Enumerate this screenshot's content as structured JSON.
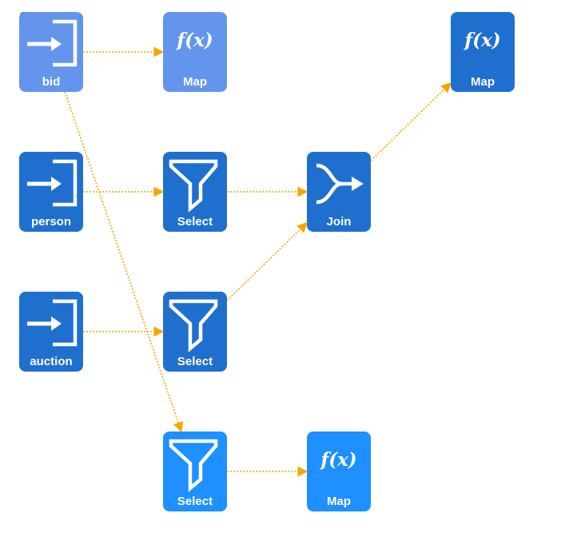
{
  "colors": {
    "light": "#6495ed",
    "dark": "#1f6fcf",
    "bright": "#1e90ff",
    "edge": "#f5a600",
    "icon": "#ffffff"
  },
  "nodes": [
    {
      "id": "n-bid",
      "kind": "source",
      "label": "bid",
      "shade": "light"
    },
    {
      "id": "n-map1",
      "kind": "map",
      "label": "Map",
      "glyph": "f(x)",
      "shade": "light"
    },
    {
      "id": "n-map2",
      "kind": "map",
      "label": "Map",
      "glyph": "f(x)",
      "shade": "dark"
    },
    {
      "id": "n-person",
      "kind": "source",
      "label": "person",
      "shade": "dark"
    },
    {
      "id": "n-select1",
      "kind": "select",
      "label": "Select",
      "shade": "dark"
    },
    {
      "id": "n-join",
      "kind": "join",
      "label": "Join",
      "shade": "dark"
    },
    {
      "id": "n-auction",
      "kind": "source",
      "label": "auction",
      "shade": "dark"
    },
    {
      "id": "n-select2",
      "kind": "select",
      "label": "Select",
      "shade": "dark"
    },
    {
      "id": "n-select3",
      "kind": "select",
      "label": "Select",
      "shade": "bright"
    },
    {
      "id": "n-map3",
      "kind": "map",
      "label": "Map",
      "glyph": "f(x)",
      "shade": "bright"
    }
  ],
  "edges": [
    {
      "from": "n-bid",
      "to": "n-map1"
    },
    {
      "from": "n-bid",
      "to": "n-select3"
    },
    {
      "from": "n-person",
      "to": "n-select1"
    },
    {
      "from": "n-select1",
      "to": "n-join"
    },
    {
      "from": "n-auction",
      "to": "n-select2"
    },
    {
      "from": "n-select2",
      "to": "n-join"
    },
    {
      "from": "n-join",
      "to": "n-map2"
    },
    {
      "from": "n-select3",
      "to": "n-map3"
    }
  ]
}
